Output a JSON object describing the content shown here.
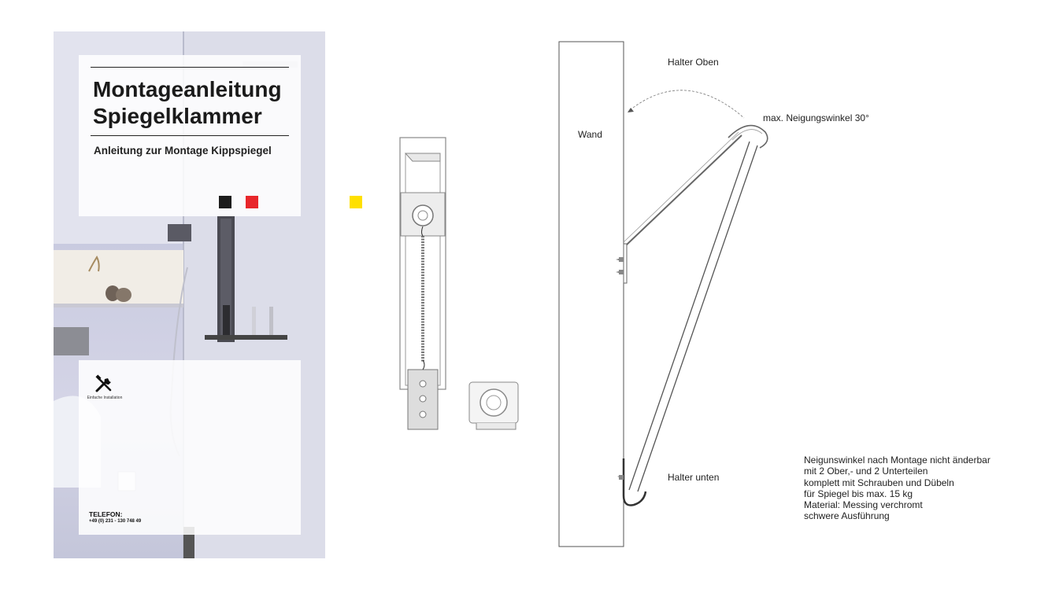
{
  "cover": {
    "title_line1": "Montageanleitung",
    "title_line2": "Spiegelklammer",
    "subtitle": "Anleitung zur Montage Kippspiegel",
    "swatches": [
      "#1c1c1c",
      "#e8262b"
    ],
    "feature": {
      "icon": "tools-icon",
      "label": "Einfache Installation"
    },
    "phone_label": "TELEFON:",
    "phone_number": "+49 (0) 231 - 130 748 49"
  },
  "yellow_swatch": "#ffe000",
  "diagram": {
    "wall_label": "Wand",
    "top_holder_label": "Halter Oben",
    "angle_label": "max. Neigungswinkel 30°",
    "bottom_holder_label": "Halter unten"
  },
  "specs": [
    "Neigunswinkel nach Montage nicht änderbar",
    "mit 2 Ober,- und 2 Unterteilen",
    "komplett mit Schrauben und Dübeln",
    "für Spiegel bis max. 15 kg",
    "Material: Messing verchromt",
    "schwere Ausführung"
  ]
}
